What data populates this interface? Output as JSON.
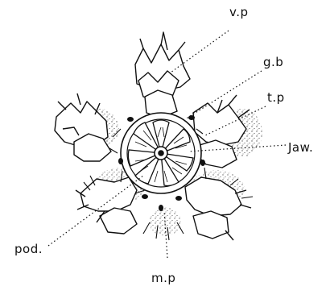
{
  "figure": {
    "labels": {
      "vp": "v.p",
      "gb": "g.b",
      "tp": "t.p",
      "jaw": "Jaw.",
      "pod": "pod.",
      "mp": "m.p"
    }
  },
  "colors": {
    "ink": "#111111",
    "paper": "#ffffff",
    "stipple": "#444444"
  }
}
